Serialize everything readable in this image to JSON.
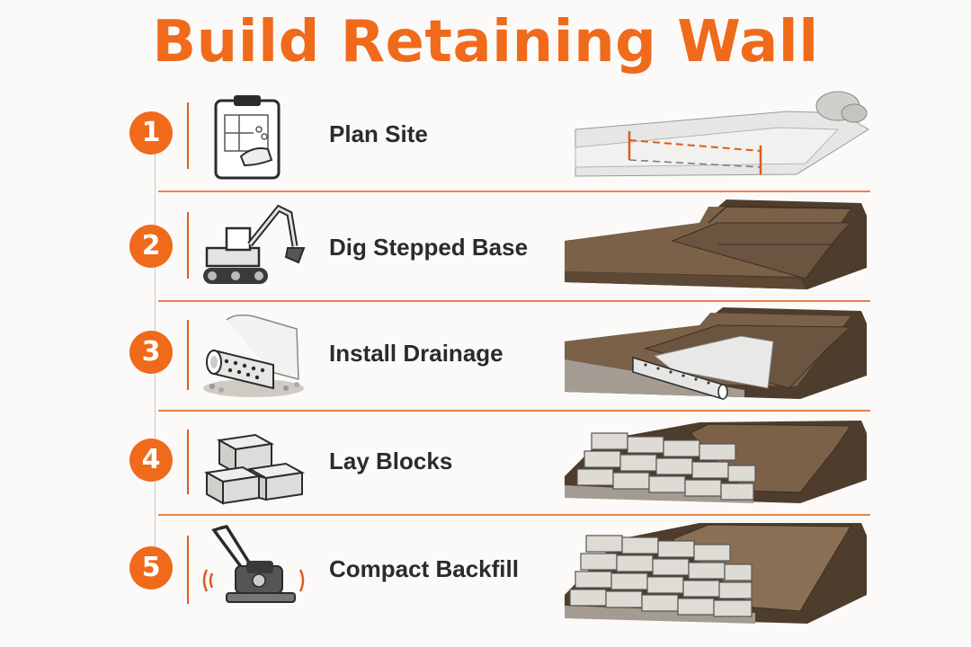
{
  "title": "Build Retaining Wall",
  "colors": {
    "accent": "#f06a1c",
    "line": "#e8834a",
    "soil": "#6b5440",
    "soil_dark": "#4e3c2c",
    "block": "#d9d6d0",
    "text": "#2b2b2b"
  },
  "steps": [
    {
      "number": "1",
      "label": "Plan Site",
      "icon": "clipboard-icon"
    },
    {
      "number": "2",
      "label": "Dig Stepped Base",
      "icon": "excavator-icon"
    },
    {
      "number": "3",
      "label": "Install Drainage",
      "icon": "drain-pipe-icon"
    },
    {
      "number": "4",
      "label": "Lay Blocks",
      "icon": "blocks-icon"
    },
    {
      "number": "5",
      "label": "Compact Backfill",
      "icon": "plate-compactor-icon"
    }
  ]
}
